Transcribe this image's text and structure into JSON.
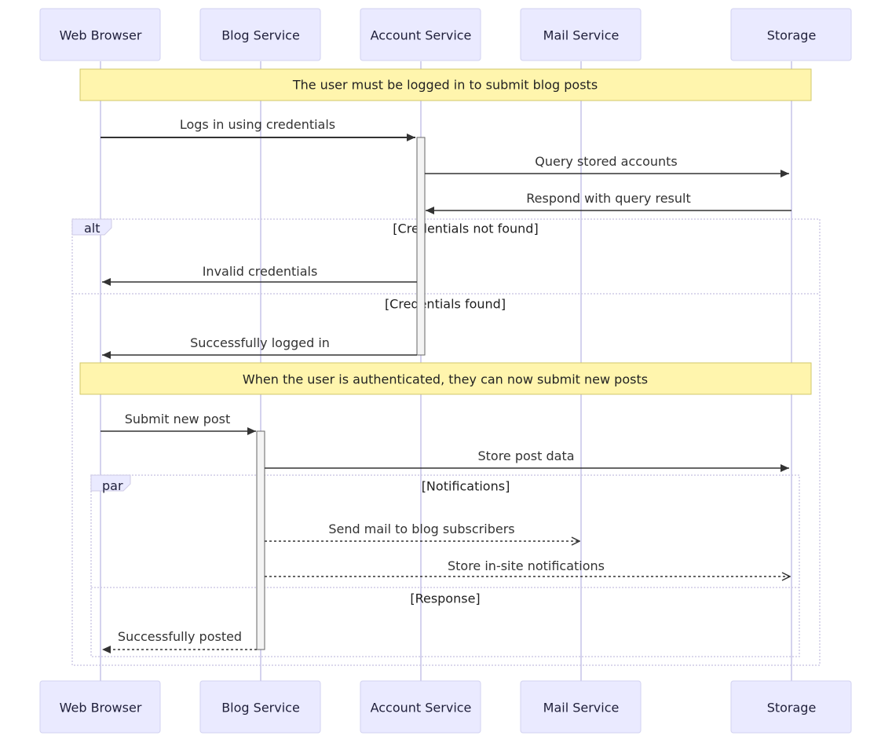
{
  "actors": [
    "Web Browser",
    "Blog Service",
    "Account Service",
    "Mail Service",
    "Storage"
  ],
  "notes": [
    "The user must be logged in to submit blog posts",
    "When the user is authenticated, they can now submit new posts"
  ],
  "messages": [
    {
      "from": "Web Browser",
      "to": "Account Service",
      "text": "Logs in using credentials",
      "style": "solid"
    },
    {
      "from": "Account Service",
      "to": "Storage",
      "text": "Query stored accounts",
      "style": "solid"
    },
    {
      "from": "Storage",
      "to": "Account Service",
      "text": "Respond with query result",
      "style": "solid"
    },
    {
      "from": "Account Service",
      "to": "Web Browser",
      "text": "Invalid credentials",
      "style": "solid"
    },
    {
      "from": "Account Service",
      "to": "Web Browser",
      "text": "Successfully logged in",
      "style": "solid"
    },
    {
      "from": "Web Browser",
      "to": "Blog Service",
      "text": "Submit new post",
      "style": "solid"
    },
    {
      "from": "Blog Service",
      "to": "Storage",
      "text": "Store post data",
      "style": "solid"
    },
    {
      "from": "Blog Service",
      "to": "Mail Service",
      "text": "Send mail to blog subscribers",
      "style": "dashed-open"
    },
    {
      "from": "Blog Service",
      "to": "Storage",
      "text": "Store in-site notifications",
      "style": "dashed-open"
    },
    {
      "from": "Blog Service",
      "to": "Web Browser",
      "text": "Successfully posted",
      "style": "dashed-solid"
    }
  ],
  "fragments": {
    "alt": {
      "label": "alt",
      "conditions": [
        "[Credentials not found]",
        "[Credentials found]"
      ]
    },
    "par": {
      "label": "par",
      "conditions": [
        "[Notifications]",
        "[Response]"
      ]
    }
  }
}
